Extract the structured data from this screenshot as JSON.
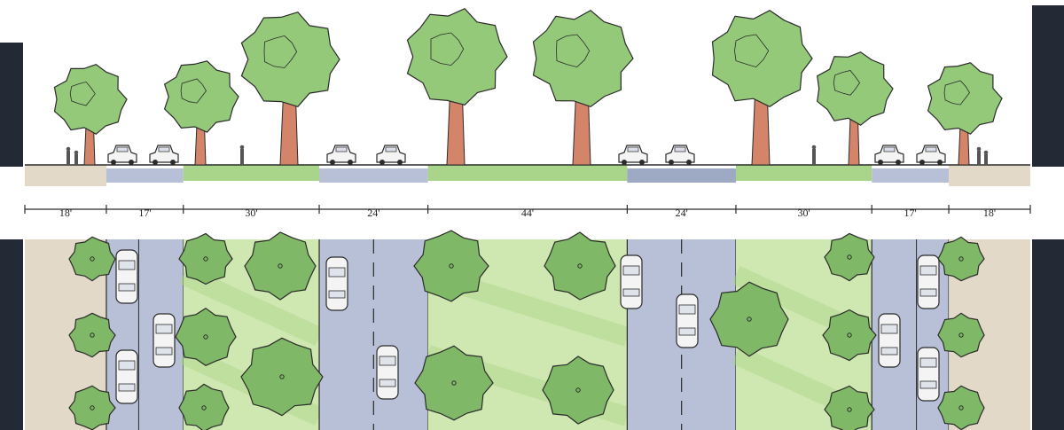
{
  "segments": [
    {
      "label": "18'",
      "width_ft": 18,
      "type": "sidewalk"
    },
    {
      "label": "17'",
      "width_ft": 17,
      "type": "street"
    },
    {
      "label": "30'",
      "width_ft": 30,
      "type": "median"
    },
    {
      "label": "24'",
      "width_ft": 24,
      "type": "street"
    },
    {
      "label": "44'",
      "width_ft": 44,
      "type": "median"
    },
    {
      "label": "24'",
      "width_ft": 24,
      "type": "street"
    },
    {
      "label": "30'",
      "width_ft": 30,
      "type": "median"
    },
    {
      "label": "17'",
      "width_ft": 17,
      "type": "street"
    },
    {
      "label": "18'",
      "width_ft": 18,
      "type": "sidewalk"
    }
  ],
  "colors": {
    "sidewalk": "#e2d9c8",
    "street": "#b7c0d6",
    "street_dark": "#9ea9c4",
    "median": "#a9d58a",
    "median_light": "#cfe7b0",
    "tree_canopy": "#94c97a",
    "tree_canopy_dark": "#7fb866",
    "tree_trunk": "#d48469",
    "building": "#232935",
    "outline": "#2b2b2b"
  },
  "icons": {
    "tree": "tree-icon",
    "car": "car-icon",
    "person": "person-icon",
    "building": "building-icon"
  }
}
